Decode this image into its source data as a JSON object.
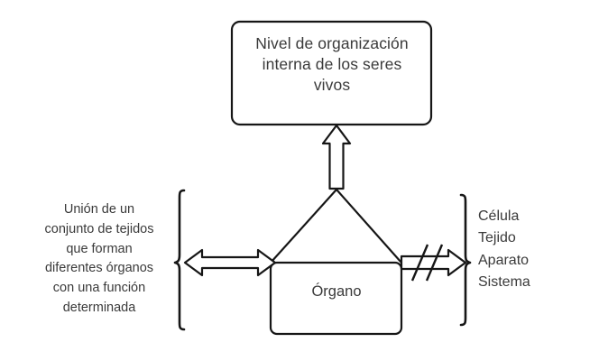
{
  "diagram": {
    "title_box": {
      "label": "Nivel de organización\ninterna de los seres\nvivos",
      "shape": "rounded-rectangle"
    },
    "center_node": {
      "label": "Órgano",
      "shape": "house-pentagon"
    },
    "left_note": {
      "label": "Unión de un\nconjunto de tejidos\nque forman\ndiferentes órganos\ncon una función\ndeterminada",
      "bracket": "curly-brace-right"
    },
    "right_note": {
      "label": "Célula\nTejido\nAparato\nSistema",
      "bracket": "curly-brace-left"
    },
    "connectors": {
      "up_arrow": "block-arrow-up",
      "left_arrow": "block-arrow-double-horizontal",
      "right_arrow": "block-arrow-right-with-slashes",
      "slash_count": 2
    },
    "colors": {
      "background": "#ffffff",
      "stroke": "#161616",
      "text": "#3a3a3a"
    }
  }
}
